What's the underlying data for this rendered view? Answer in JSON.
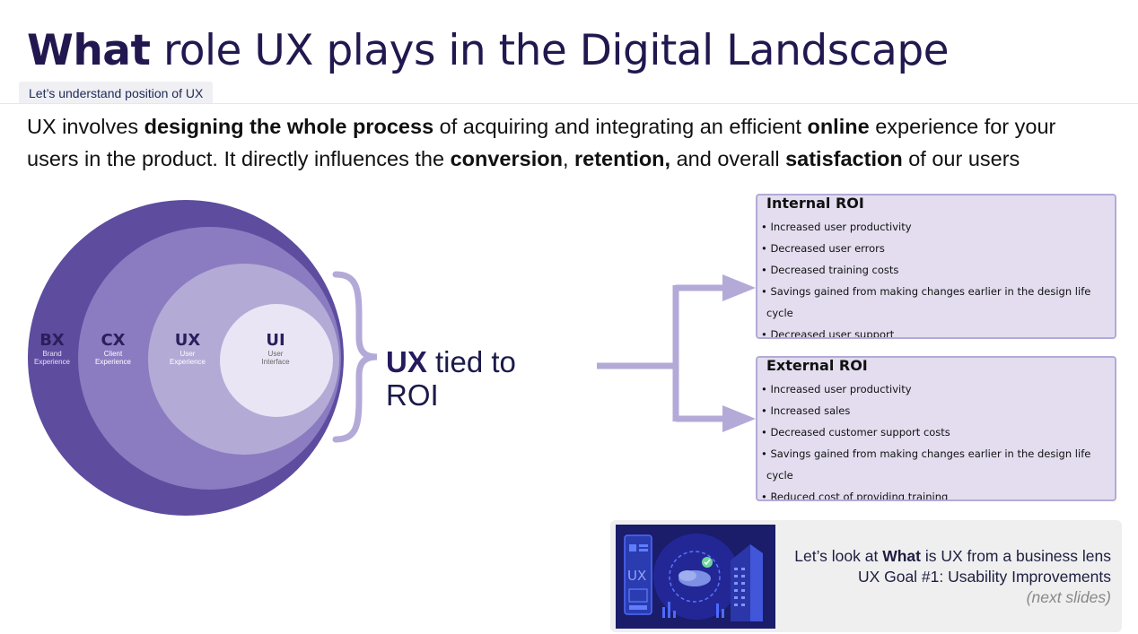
{
  "header": {
    "title_bold": "What",
    "title_rest": " role UX plays in the Digital Landscape",
    "subtitle": "Let’s understand position of UX"
  },
  "intro": {
    "p1": "UX involves ",
    "b1": "designing the whole process",
    "p2": " of acquiring and integrating an efficient ",
    "b2": "online",
    "p3": " experience for your users in the product. It directly influences the ",
    "b3": "conversion",
    "p4": ", ",
    "b4": "retention,",
    "p5": " and overall ",
    "b5": "satisfaction",
    "p6": " of our users"
  },
  "circles": {
    "bx": {
      "abbr": "BX",
      "line1": "Brand",
      "line2": "Experience"
    },
    "cx": {
      "abbr": "CX",
      "line1": "Client",
      "line2": "Experience"
    },
    "ux": {
      "abbr": "UX",
      "line1": "User",
      "line2": "Experience"
    },
    "ui": {
      "abbr": "UI",
      "line1": "User",
      "line2": "Interface"
    }
  },
  "roi": {
    "bold": "UX",
    "rest1": " tied to",
    "rest2": "ROI"
  },
  "internal": {
    "title": "Internal ROI",
    "items": [
      "Increased user productivity",
      "Decreased user errors",
      "Decreased training costs",
      "Savings gained from making changes earlier in the design life",
      "cycle",
      "Decreased user support"
    ]
  },
  "external": {
    "title": "External ROI",
    "items": [
      "Increased user productivity",
      "Increased sales",
      "Decreased customer support costs",
      "Savings gained from making changes earlier in the design life",
      "cycle",
      "Reduced cost of providing training"
    ]
  },
  "cta": {
    "l1_pre": "Let’s look at ",
    "l1_bold": "What",
    "l1_post": " is UX from a business lens",
    "l2": "UX Goal #1: Usability Improvements",
    "l3": "(next slides)",
    "thumb_text": "UX"
  },
  "colors": {
    "title": "#22184f",
    "bx": "#5e4c9f",
    "cx": "#8b7cc1",
    "ux": "#b4aad6",
    "ui": "#e9e5f4",
    "connector": "#b4aad8",
    "box_bg": "#e3ddef"
  }
}
